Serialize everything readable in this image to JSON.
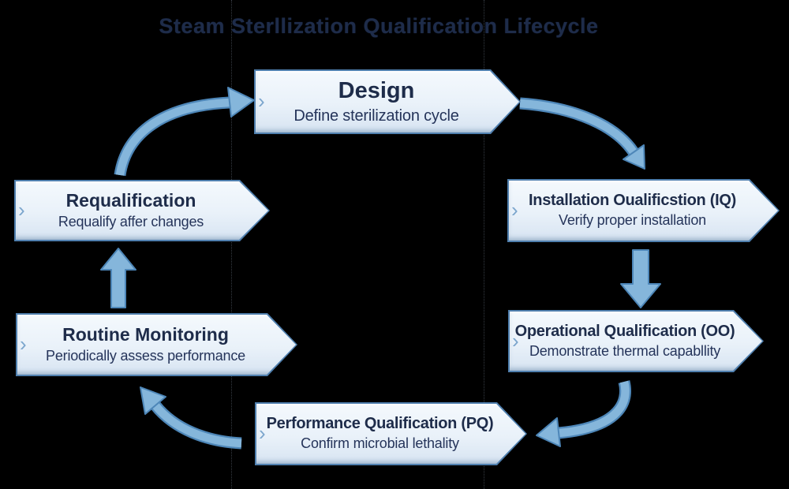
{
  "title": "Steam Sterllization Qualification Lifecycle",
  "icons": {
    "notch": "›"
  },
  "colors": {
    "bg": "#000000",
    "box-border": "#4f7fae",
    "box-fill-top": "#f4f9fd",
    "box-fill-bottom": "#d7e4f2",
    "text-navy": "#1e2c4a",
    "arrow-fill": "#85b6db",
    "arrow-outline": "#4d86b8",
    "notch-blue": "#7ca6cd"
  },
  "stages": [
    {
      "id": "design",
      "title": "Design",
      "subtitle": "Define sterilization cycle"
    },
    {
      "id": "iq",
      "title": "Installation Oualificstion (IQ)",
      "subtitle": "Verify proper installation"
    },
    {
      "id": "oq",
      "title": "Operational Qualification (OO)",
      "subtitle": "Demonstrate thermal capabllity"
    },
    {
      "id": "pq",
      "title": "Performance Qualification (PQ)",
      "subtitle": "Confirm microbial lethality"
    },
    {
      "id": "routine-monitoring",
      "title": "Routine Monitoring",
      "subtitle": "Periodically assess performance"
    },
    {
      "id": "requalification",
      "title": "Requalification",
      "subtitle": "Requalify affer changes"
    }
  ]
}
